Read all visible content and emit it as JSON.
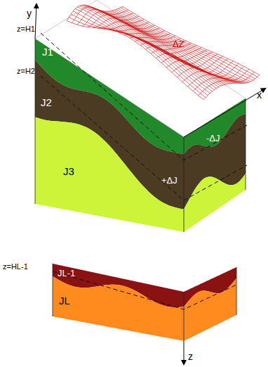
{
  "diagram": {
    "labels": [
      "ΔZ",
      "y",
      "x",
      "z=H1",
      "J1",
      "J2",
      "-ΔJ",
      "z=H2",
      "+ΔJ",
      "J3",
      "z=HL-1",
      "JL-1",
      "JL",
      "z"
    ]
  }
}
